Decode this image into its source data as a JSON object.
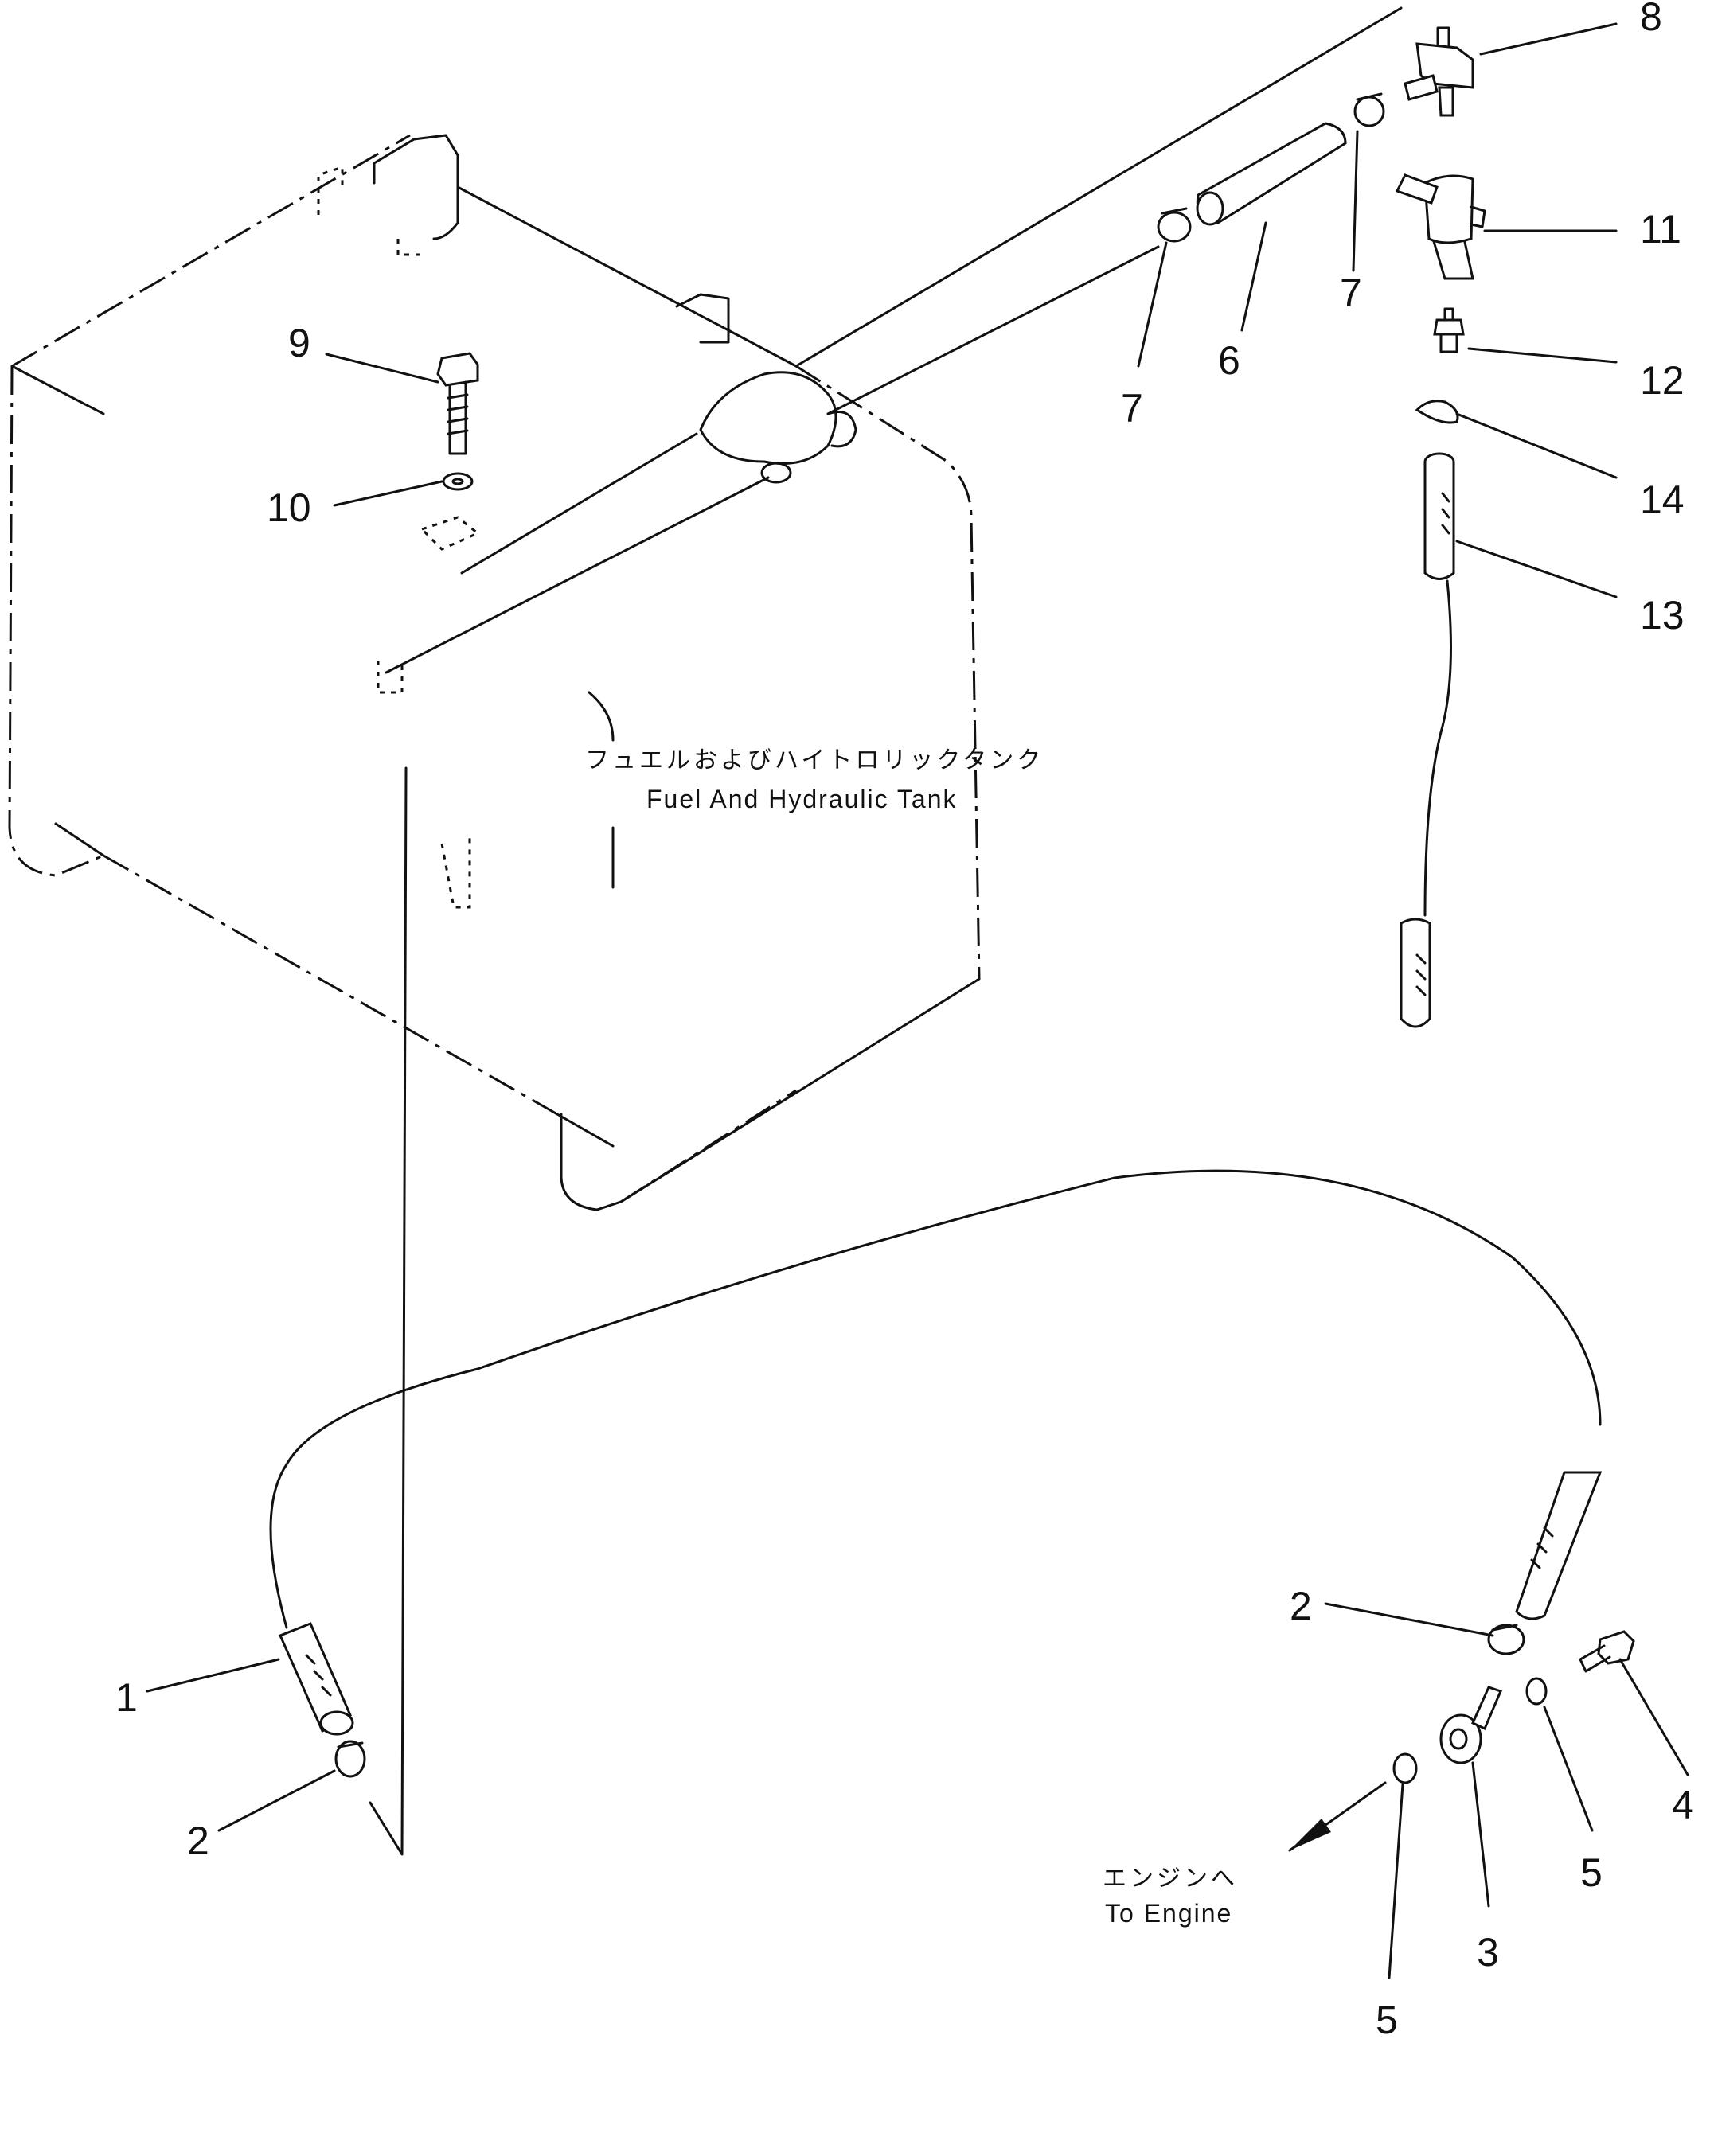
{
  "tank_label": {
    "japanese": "フュエルおよびハイトロリックタンク",
    "english": "Fuel And Hydraulic Tank"
  },
  "engine_label": {
    "japanese": "エンジンへ",
    "english": "To Engine"
  },
  "callouts": {
    "c1": "1",
    "c2a": "2",
    "c2b": "2",
    "c3": "3",
    "c4": "4",
    "c5a": "5",
    "c5b": "5",
    "c6": "6",
    "c7a": "7",
    "c7b": "7",
    "c8": "8",
    "c9": "9",
    "c10": "10",
    "c11": "11",
    "c12": "12",
    "c13": "13",
    "c14": "14"
  }
}
